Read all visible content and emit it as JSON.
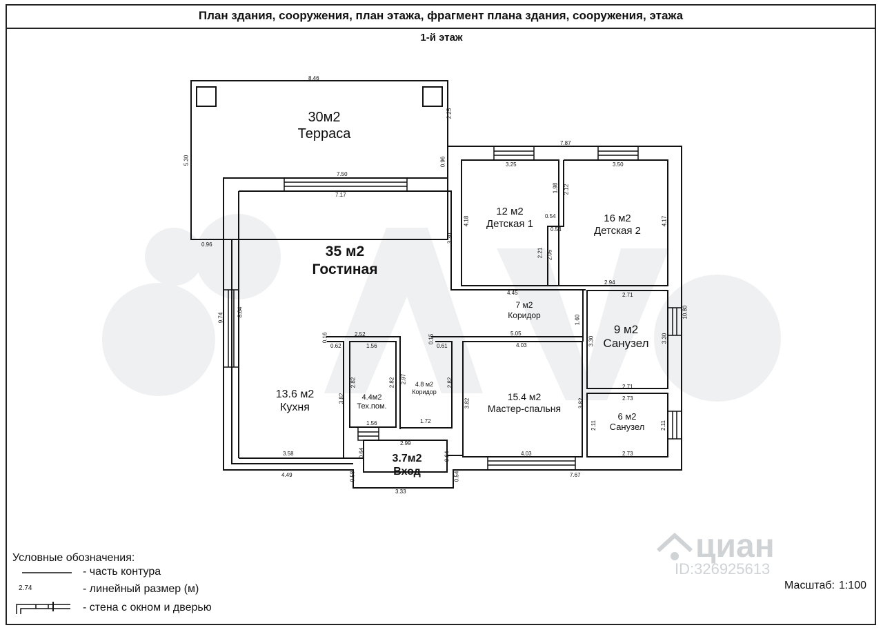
{
  "header": {
    "title": "План здания, сооружения, план этажа, фрагмент плана здания, сооружения, этажа"
  },
  "floor_label": "1-й этаж",
  "rooms": {
    "terrace": {
      "area": "30м2",
      "name": "Терраса"
    },
    "living": {
      "area": "35 м2",
      "name": "Гостиная"
    },
    "kids1": {
      "area": "12 м2",
      "name": "Детская 1"
    },
    "kids2": {
      "area": "16 м2",
      "name": "Детская 2"
    },
    "corridor_main": {
      "area": "7 м2",
      "name": "Коридор"
    },
    "bath9": {
      "area": "9 м2",
      "name": "Санузел"
    },
    "kitchen": {
      "area": "13.6 м2",
      "name": "Кухня"
    },
    "tech": {
      "area": "4.4м2",
      "name": "Тех.пом."
    },
    "corridor_small": {
      "area": "4.8 м2",
      "name": "Коридор"
    },
    "master": {
      "area": "15.4 м2",
      "name": "Мастер-спальня"
    },
    "bath6": {
      "area": "6 м2",
      "name": "Санузел"
    },
    "entrance": {
      "area": "3.7м2",
      "name": "Вход"
    }
  },
  "dimensions": {
    "d846": "8.46",
    "d225": "2.25",
    "d530": "5.30",
    "d096a": "0.96",
    "d096b": "0.96",
    "d750": "7.50",
    "d717": "7.17",
    "d787": "7.87",
    "d325": "3.25",
    "d350": "3.50",
    "d198": "1.98",
    "d212": "2.12",
    "d054a": "0.54",
    "d054b": "0.54",
    "d418": "4.18",
    "d417": "4.17",
    "d330a": "3.30",
    "d221": "2.21",
    "d205": "2.05",
    "d445": "4.45",
    "d294": "2.94",
    "d271a": "2.71",
    "d1080": "10.80",
    "d974": "9.74",
    "d864": "8.64",
    "d160": "1.60",
    "d330b": "3.30",
    "d330c": "3.30",
    "d252": "2.52",
    "d016": "0.16",
    "d062": "0.62",
    "d015": "0.15",
    "d061": "0.61",
    "d505": "5.05",
    "d403a": "4.03",
    "d156a": "1.56",
    "d282a": "2.82",
    "d282b": "2.82",
    "d297": "2.97",
    "d282c": "2.82",
    "d382a": "3.82",
    "d382b": "3.82",
    "d382c": "3.82",
    "d156b": "1.56",
    "d172": "1.72",
    "d271b": "2.71",
    "d273a": "2.73",
    "d211a": "2.11",
    "d211b": "2.11",
    "d273b": "2.73",
    "d358": "3.58",
    "d449": "4.49",
    "d299": "2.99",
    "d064a": "0.64",
    "d064b": "0.64",
    "d058": "0.58",
    "d054c": "0.54",
    "d333": "3.33",
    "d403b": "4.03",
    "d767": "7.67"
  },
  "legend": {
    "title": "Условные обозначения:",
    "sample_dim": "2.74",
    "items": [
      "- часть контура",
      "- линейный размер (м)",
      "- стена с окном и дверью"
    ]
  },
  "scale": {
    "label": "Масштаб:",
    "value": "1:100"
  },
  "watermarks": {
    "cian": "циан",
    "cian_id": "ID:326925613"
  }
}
